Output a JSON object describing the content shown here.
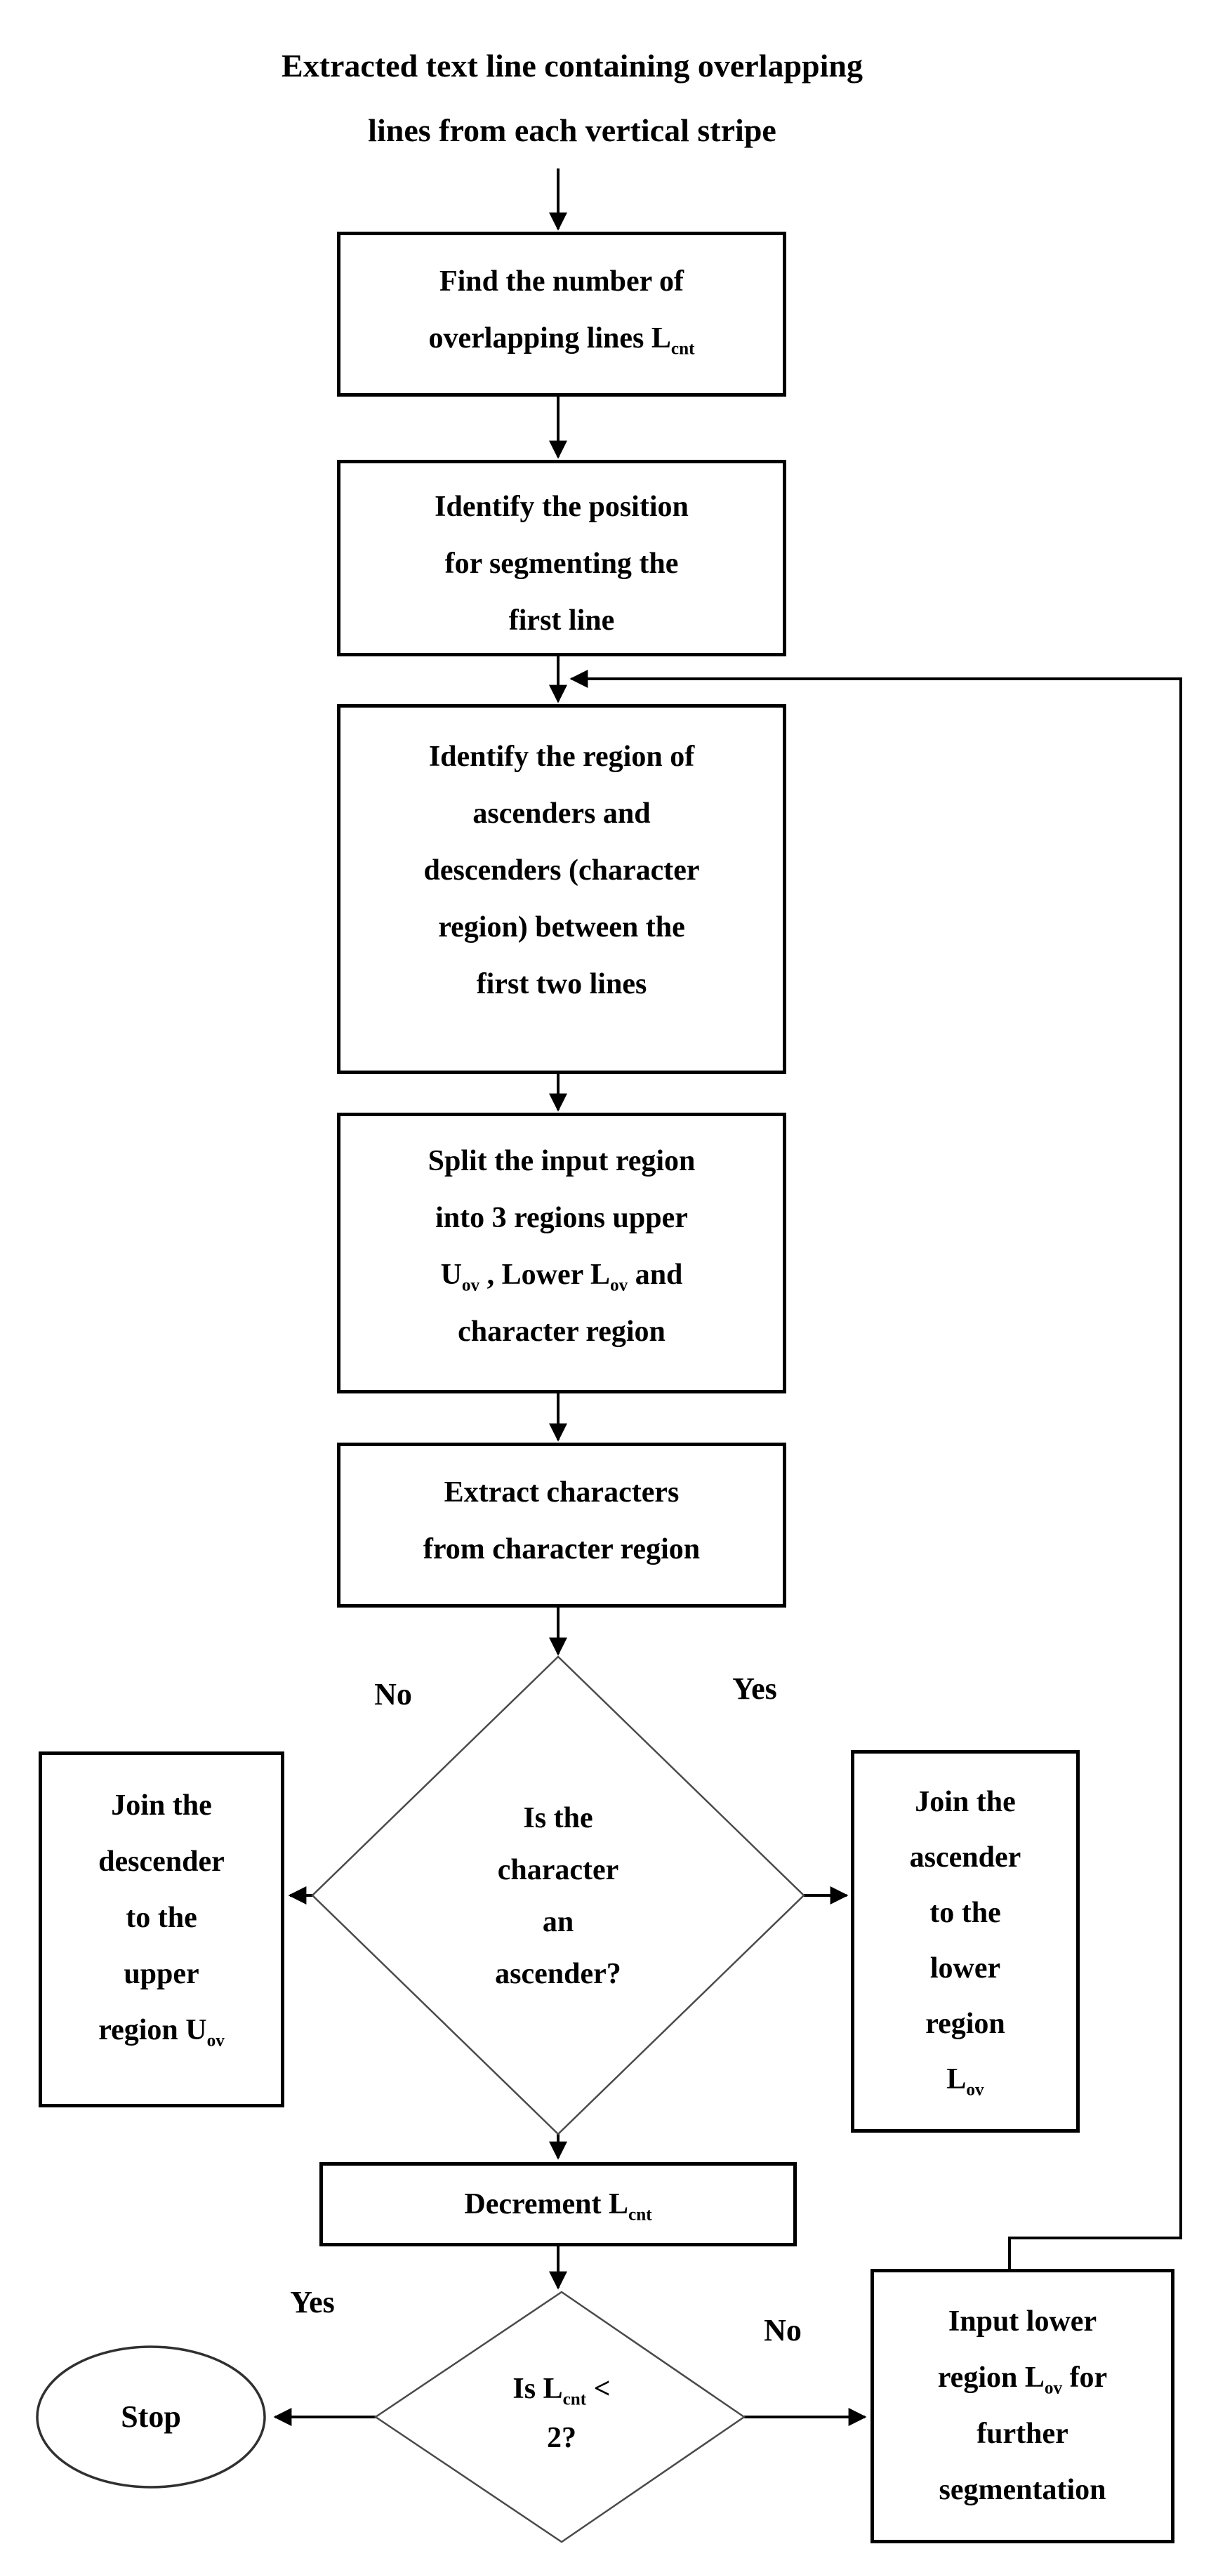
{
  "page": {
    "background": "#ffffff",
    "ink": "#000000",
    "decision_stroke": "#4a4a4a"
  },
  "title": {
    "rich": [
      {
        "t": "Extracted text line containing overlapping"
      },
      {
        "br": true
      },
      {
        "t": "lines from each vertical stripe"
      }
    ]
  },
  "nodes": {
    "find_count": {
      "shape": "process",
      "rich": [
        {
          "t": "Find the number of"
        },
        {
          "br": true
        },
        {
          "t": "overlapping lines L"
        },
        {
          "sub": "cnt"
        }
      ]
    },
    "identify_position": {
      "shape": "process",
      "rich": [
        {
          "t": "Identify the position"
        },
        {
          "br": true
        },
        {
          "t": "for segmenting the"
        },
        {
          "br": true
        },
        {
          "t": "first line"
        }
      ]
    },
    "identify_region": {
      "shape": "process",
      "rich": [
        {
          "t": "Identify the region of"
        },
        {
          "br": true
        },
        {
          "t": "ascenders and"
        },
        {
          "br": true
        },
        {
          "t": "descenders (character"
        },
        {
          "br": true
        },
        {
          "t": "region) between the"
        },
        {
          "br": true
        },
        {
          "t": "first two lines"
        }
      ]
    },
    "split_region": {
      "shape": "process",
      "rich": [
        {
          "t": "Split the input region"
        },
        {
          "br": true
        },
        {
          "t": "into 3 regions upper"
        },
        {
          "br": true
        },
        {
          "t": "U"
        },
        {
          "sub": "ov"
        },
        {
          "t": " , Lower L"
        },
        {
          "sub": "ov"
        },
        {
          "t": " and"
        },
        {
          "br": true
        },
        {
          "t": "character region"
        }
      ]
    },
    "extract_characters": {
      "shape": "process",
      "rich": [
        {
          "t": "Extract characters"
        },
        {
          "br": true
        },
        {
          "t": "from character region"
        }
      ]
    },
    "ascender_decision": {
      "shape": "decision",
      "rich": [
        {
          "t": "Is the"
        },
        {
          "br": true
        },
        {
          "t": "character"
        },
        {
          "br": true
        },
        {
          "t": "an"
        },
        {
          "br": true
        },
        {
          "t": "ascender?"
        }
      ]
    },
    "join_descender": {
      "shape": "process",
      "rich": [
        {
          "t": "Join the"
        },
        {
          "br": true
        },
        {
          "t": "descender"
        },
        {
          "br": true
        },
        {
          "t": "to the"
        },
        {
          "br": true
        },
        {
          "t": "upper"
        },
        {
          "br": true
        },
        {
          "t": "region U"
        },
        {
          "sub": "ov"
        }
      ]
    },
    "join_ascender": {
      "shape": "process",
      "rich": [
        {
          "t": "Join the"
        },
        {
          "br": true
        },
        {
          "t": "ascender"
        },
        {
          "br": true
        },
        {
          "t": "to the"
        },
        {
          "br": true
        },
        {
          "t": "lower"
        },
        {
          "br": true
        },
        {
          "t": "region"
        },
        {
          "br": true
        },
        {
          "t": "L"
        },
        {
          "sub": "ov"
        }
      ]
    },
    "decrement_count": {
      "shape": "process",
      "rich": [
        {
          "t": "Decrement L"
        },
        {
          "sub": "cnt"
        }
      ]
    },
    "count_decision": {
      "shape": "decision",
      "rich": [
        {
          "t": "Is L"
        },
        {
          "sub": "cnt"
        },
        {
          "t": " <"
        },
        {
          "br": true
        },
        {
          "t": "2?"
        }
      ]
    },
    "stop": {
      "shape": "terminator",
      "label": "Stop"
    },
    "input_lower": {
      "shape": "process",
      "rich": [
        {
          "t": "Input lower"
        },
        {
          "br": true
        },
        {
          "t": "region L"
        },
        {
          "sub": "ov"
        },
        {
          "t": " for"
        },
        {
          "br": true
        },
        {
          "t": "further"
        },
        {
          "br": true
        },
        {
          "t": "segmentation"
        }
      ]
    }
  },
  "edge_labels": {
    "ascender_no": "No",
    "ascender_yes": "Yes",
    "count_yes": "Yes",
    "count_no": "No"
  }
}
